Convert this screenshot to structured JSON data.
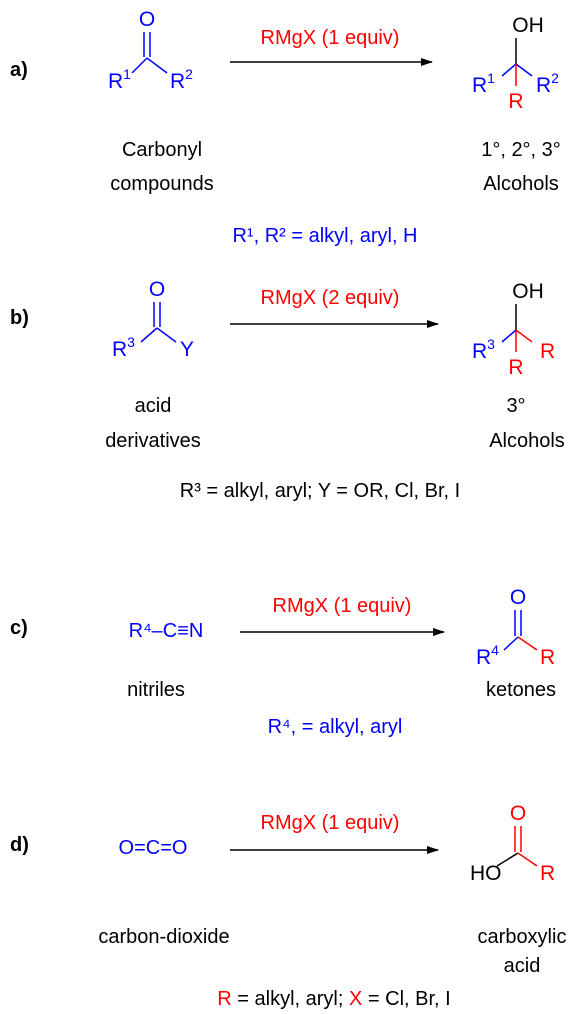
{
  "colors": {
    "substituent": "#0000ff",
    "reagent": "#ff0000",
    "text": "#000000"
  },
  "reactions": [
    {
      "label": "a)",
      "reagent": "RMgX (1 equiv)",
      "start_name": [
        "Carbonyl",
        "compounds"
      ],
      "product_name": [
        "1°, 2°, 3°",
        "Alcohols"
      ],
      "note": "R¹, R² = alkyl, aryl, H",
      "atoms": {
        "O": "O",
        "OH": "OH",
        "R1": "R",
        "R1_sup": "1",
        "R2": "R",
        "R2_sup": "2",
        "R": "R"
      }
    },
    {
      "label": "b)",
      "reagent": "RMgX (2 equiv)",
      "start_name": [
        "acid",
        "derivatives"
      ],
      "product_name": [
        "3°",
        "Alcohols"
      ],
      "note": "R³ = alkyl, aryl; Y = OR, Cl, Br, I",
      "atoms": {
        "O": "O",
        "OH": "OH",
        "R3": "R",
        "R3_sup": "3",
        "Y": "Y",
        "R": "R"
      }
    },
    {
      "label": "c)",
      "reagent": "RMgX (1 equiv)",
      "start_formula": "R⁴–C≡N",
      "start_name": [
        "nitriles"
      ],
      "product_name": [
        "ketones"
      ],
      "note": "R⁴, = alkyl, aryl",
      "atoms": {
        "O": "O",
        "R4": "R",
        "R4_sup": "4",
        "R": "R"
      }
    },
    {
      "label": "d)",
      "reagent": "RMgX (1 equiv)",
      "start_formula": "O=C=O",
      "start_name": [
        "carbon-dioxide"
      ],
      "product_name": [
        "carboxylic",
        "acid"
      ],
      "atoms": {
        "O": "O",
        "HO": "HO",
        "R": "R"
      }
    }
  ],
  "legend": {
    "r_part": "R",
    "r_def": " = alkyl, aryl; ",
    "x_part": "X",
    "x_def": " = Cl, Br, I"
  }
}
